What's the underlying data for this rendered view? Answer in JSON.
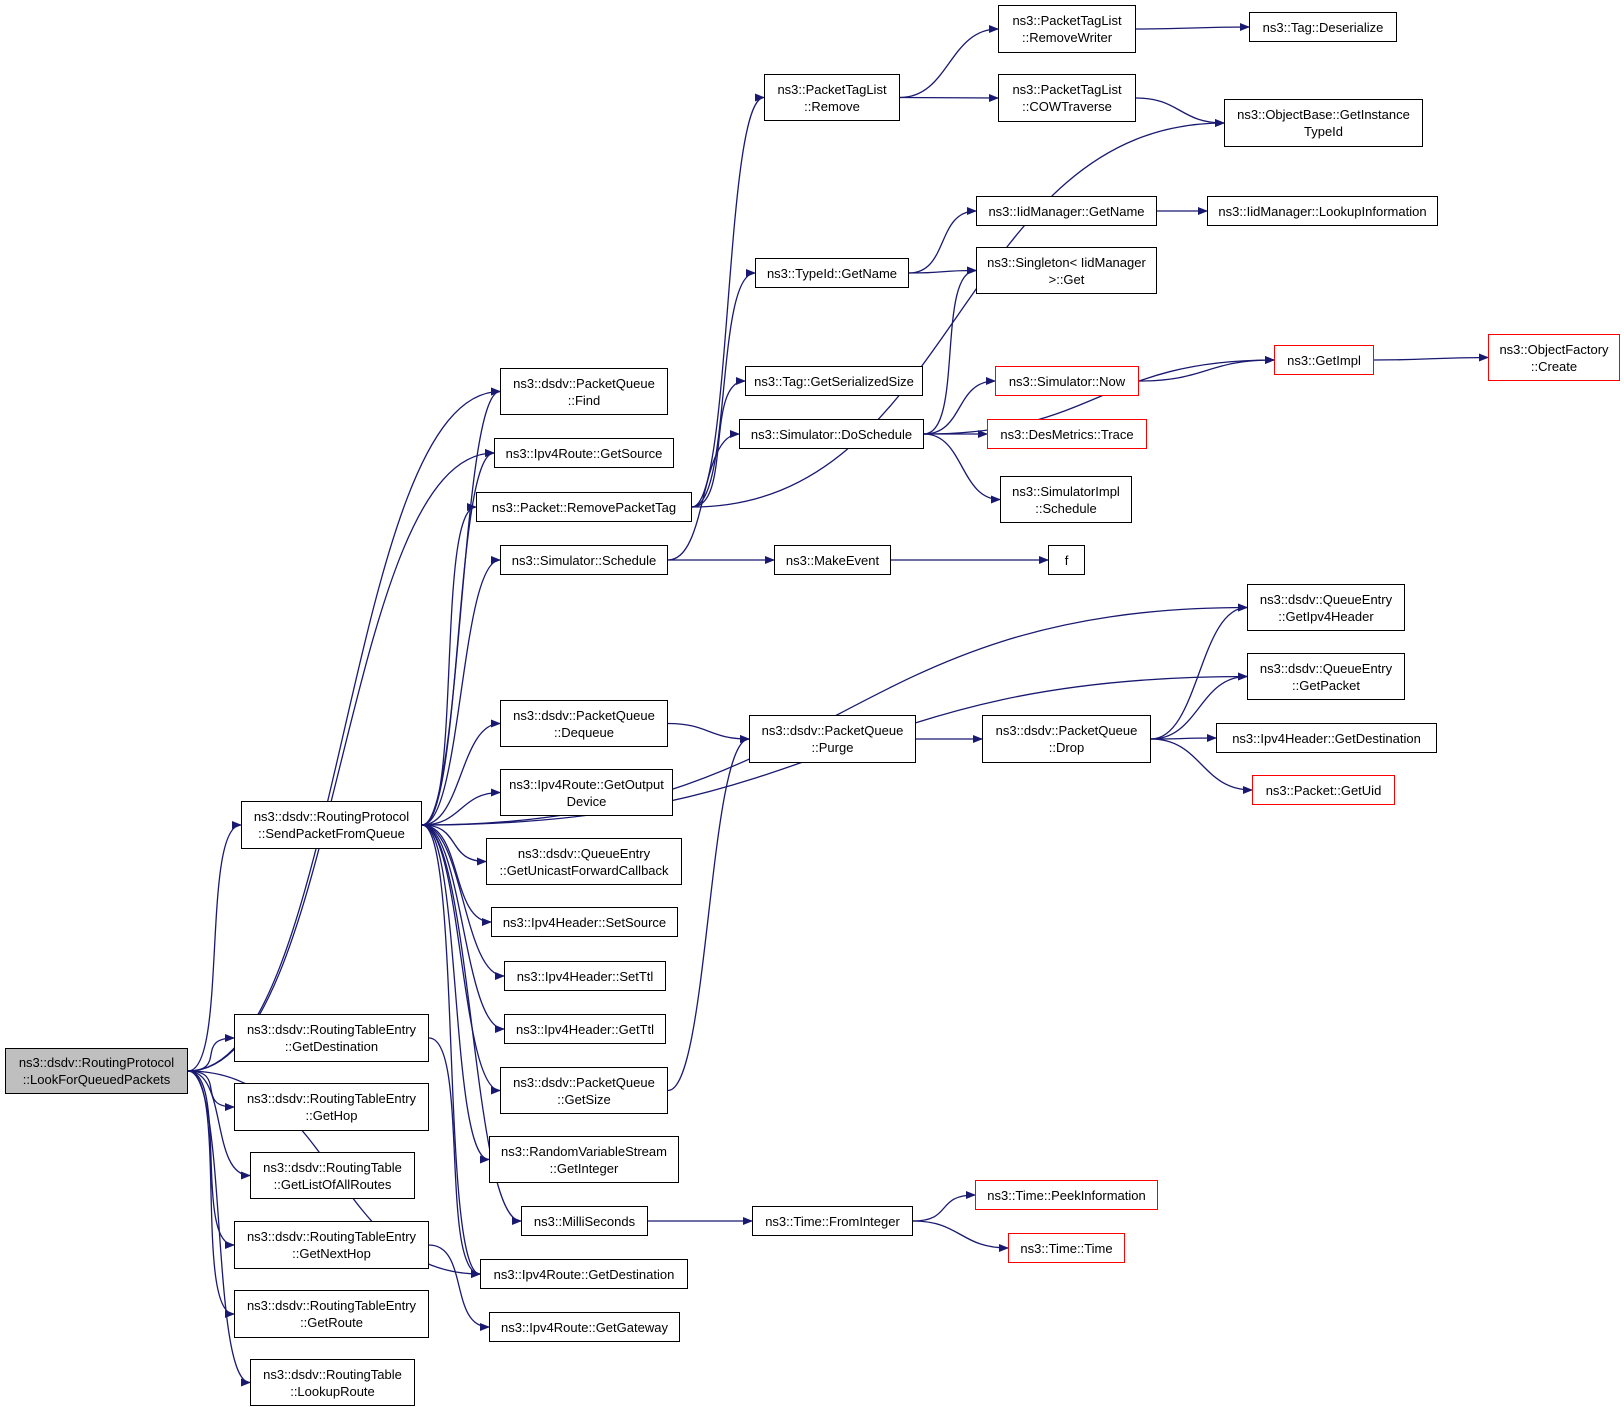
{
  "colors": {
    "edge": "#191970",
    "border": "#000000",
    "truncated_border": "#ff0000",
    "root_fill": "#bfbfbf"
  },
  "nodes": [
    {
      "id": "root",
      "lines": [
        "ns3::dsdv::RoutingProtocol",
        "::LookForQueuedPackets"
      ],
      "root": true
    },
    {
      "id": "sendpkt",
      "lines": [
        "ns3::dsdv::RoutingProtocol",
        "::SendPacketFromQueue"
      ]
    },
    {
      "id": "rte_getdest",
      "lines": [
        "ns3::dsdv::RoutingTableEntry",
        "::GetDestination"
      ]
    },
    {
      "id": "rte_gethop",
      "lines": [
        "ns3::dsdv::RoutingTableEntry",
        "::GetHop"
      ]
    },
    {
      "id": "rt_getlist",
      "lines": [
        "ns3::dsdv::RoutingTable",
        "::GetListOfAllRoutes"
      ]
    },
    {
      "id": "rte_getnexthop",
      "lines": [
        "ns3::dsdv::RoutingTableEntry",
        "::GetNextHop"
      ]
    },
    {
      "id": "rte_getroute",
      "lines": [
        "ns3::dsdv::RoutingTableEntry",
        "::GetRoute"
      ]
    },
    {
      "id": "rt_lookup",
      "lines": [
        "ns3::dsdv::RoutingTable",
        "::LookupRoute"
      ]
    },
    {
      "id": "pq_find",
      "lines": [
        "ns3::dsdv::PacketQueue",
        "::Find"
      ]
    },
    {
      "id": "ipv4r_getsource",
      "lines": [
        "ns3::Ipv4Route::GetSource"
      ]
    },
    {
      "id": "pkt_removetag",
      "lines": [
        "ns3::Packet::RemovePacketTag"
      ]
    },
    {
      "id": "sim_schedule",
      "lines": [
        "ns3::Simulator::Schedule"
      ]
    },
    {
      "id": "pq_dequeue",
      "lines": [
        "ns3::dsdv::PacketQueue",
        "::Dequeue"
      ]
    },
    {
      "id": "ipv4r_getoutput",
      "lines": [
        "ns3::Ipv4Route::GetOutput",
        "Device"
      ]
    },
    {
      "id": "qe_getucb",
      "lines": [
        "ns3::dsdv::QueueEntry",
        "::GetUnicastForwardCallback"
      ]
    },
    {
      "id": "ipv4h_setsource",
      "lines": [
        "ns3::Ipv4Header::SetSource"
      ]
    },
    {
      "id": "ipv4h_setttl",
      "lines": [
        "ns3::Ipv4Header::SetTtl"
      ]
    },
    {
      "id": "ipv4h_getttl",
      "lines": [
        "ns3::Ipv4Header::GetTtl"
      ]
    },
    {
      "id": "pq_getsize",
      "lines": [
        "ns3::dsdv::PacketQueue",
        "::GetSize"
      ]
    },
    {
      "id": "rvs_getint",
      "lines": [
        "ns3::RandomVariableStream",
        "::GetInteger"
      ]
    },
    {
      "id": "milliseconds",
      "lines": [
        "ns3::MilliSeconds"
      ]
    },
    {
      "id": "ipv4r_getdest",
      "lines": [
        "ns3::Ipv4Route::GetDestination"
      ]
    },
    {
      "id": "ipv4r_getgw",
      "lines": [
        "ns3::Ipv4Route::GetGateway"
      ]
    },
    {
      "id": "ptl_remove",
      "lines": [
        "ns3::PacketTagList",
        "::Remove"
      ]
    },
    {
      "id": "typeid_getname",
      "lines": [
        "ns3::TypeId::GetName"
      ]
    },
    {
      "id": "tag_getsersize",
      "lines": [
        "ns3::Tag::GetSerializedSize"
      ]
    },
    {
      "id": "sim_doschedule",
      "lines": [
        "ns3::Simulator::DoSchedule"
      ]
    },
    {
      "id": "makeevent",
      "lines": [
        "ns3::MakeEvent"
      ]
    },
    {
      "id": "pq_purge",
      "lines": [
        "ns3::dsdv::PacketQueue",
        "::Purge"
      ]
    },
    {
      "id": "time_fromint",
      "lines": [
        "ns3::Time::FromInteger"
      ]
    },
    {
      "id": "ptl_removewriter",
      "lines": [
        "ns3::PacketTagList",
        "::RemoveWriter"
      ]
    },
    {
      "id": "ptl_cowtraverse",
      "lines": [
        "ns3::PacketTagList",
        "::COWTraverse"
      ]
    },
    {
      "id": "iidm_getname",
      "lines": [
        "ns3::IidManager::GetName"
      ]
    },
    {
      "id": "singleton_get",
      "lines": [
        "ns3::Singleton< IidManager",
        ">::Get"
      ]
    },
    {
      "id": "sim_now",
      "lines": [
        "ns3::Simulator::Now"
      ],
      "red": true
    },
    {
      "id": "desmetrics_trace",
      "lines": [
        "ns3::DesMetrics::Trace"
      ],
      "red": true
    },
    {
      "id": "simimpl_schedule",
      "lines": [
        "ns3::SimulatorImpl",
        "::Schedule"
      ]
    },
    {
      "id": "f",
      "lines": [
        "f"
      ]
    },
    {
      "id": "pq_drop",
      "lines": [
        "ns3::dsdv::PacketQueue",
        "::Drop"
      ]
    },
    {
      "id": "time_peekinfo",
      "lines": [
        "ns3::Time::PeekInformation"
      ],
      "red": true
    },
    {
      "id": "time_time",
      "lines": [
        "ns3::Time::Time"
      ],
      "red": true
    },
    {
      "id": "tag_deserialize",
      "lines": [
        "ns3::Tag::Deserialize"
      ]
    },
    {
      "id": "objbase_getinst",
      "lines": [
        "ns3::ObjectBase::GetInstance",
        "TypeId"
      ]
    },
    {
      "id": "iidm_lookupinfo",
      "lines": [
        "ns3::IidManager::LookupInformation"
      ]
    },
    {
      "id": "getimpl",
      "lines": [
        "ns3::GetImpl"
      ],
      "red": true
    },
    {
      "id": "qe_getipv4h",
      "lines": [
        "ns3::dsdv::QueueEntry",
        "::GetIpv4Header"
      ]
    },
    {
      "id": "qe_getpacket",
      "lines": [
        "ns3::dsdv::QueueEntry",
        "::GetPacket"
      ]
    },
    {
      "id": "ipv4h_getdest",
      "lines": [
        "ns3::Ipv4Header::GetDestination"
      ]
    },
    {
      "id": "pkt_getuid",
      "lines": [
        "ns3::Packet::GetUid"
      ],
      "red": true
    },
    {
      "id": "objfactory_create",
      "lines": [
        "ns3::ObjectFactory",
        "::Create"
      ],
      "red": true
    }
  ],
  "edges": [
    [
      "root",
      "sendpkt"
    ],
    [
      "root",
      "rte_getdest"
    ],
    [
      "root",
      "rte_gethop"
    ],
    [
      "root",
      "rt_getlist"
    ],
    [
      "root",
      "rte_getnexthop"
    ],
    [
      "root",
      "rte_getroute"
    ],
    [
      "root",
      "rt_lookup"
    ],
    [
      "root",
      "pq_find"
    ],
    [
      "root",
      "ipv4r_getsource"
    ],
    [
      "root",
      "ipv4r_getdest"
    ],
    [
      "sendpkt",
      "pq_find"
    ],
    [
      "sendpkt",
      "ipv4r_getsource"
    ],
    [
      "sendpkt",
      "pkt_removetag"
    ],
    [
      "sendpkt",
      "sim_schedule"
    ],
    [
      "sendpkt",
      "pq_dequeue"
    ],
    [
      "sendpkt",
      "ipv4r_getoutput"
    ],
    [
      "sendpkt",
      "qe_getucb"
    ],
    [
      "sendpkt",
      "ipv4h_setsource"
    ],
    [
      "sendpkt",
      "ipv4h_setttl"
    ],
    [
      "sendpkt",
      "ipv4h_getttl"
    ],
    [
      "sendpkt",
      "pq_getsize"
    ],
    [
      "sendpkt",
      "rvs_getint"
    ],
    [
      "sendpkt",
      "milliseconds"
    ],
    [
      "sendpkt",
      "ipv4r_getdest"
    ],
    [
      "sendpkt",
      "qe_getipv4h"
    ],
    [
      "sendpkt",
      "qe_getpacket"
    ],
    [
      "rte_getdest",
      "ipv4r_getdest"
    ],
    [
      "rte_getnexthop",
      "ipv4r_getgw"
    ],
    [
      "pkt_removetag",
      "ptl_remove"
    ],
    [
      "pkt_removetag",
      "objbase_getinst"
    ],
    [
      "pkt_removetag",
      "typeid_getname"
    ],
    [
      "pkt_removetag",
      "tag_getsersize"
    ],
    [
      "sim_schedule",
      "sim_doschedule"
    ],
    [
      "sim_schedule",
      "makeevent"
    ],
    [
      "pq_dequeue",
      "pq_purge"
    ],
    [
      "pq_getsize",
      "pq_purge"
    ],
    [
      "milliseconds",
      "time_fromint"
    ],
    [
      "ptl_remove",
      "ptl_removewriter"
    ],
    [
      "ptl_remove",
      "ptl_cowtraverse"
    ],
    [
      "ptl_removewriter",
      "tag_deserialize"
    ],
    [
      "ptl_cowtraverse",
      "objbase_getinst"
    ],
    [
      "typeid_getname",
      "iidm_getname"
    ],
    [
      "typeid_getname",
      "singleton_get"
    ],
    [
      "iidm_getname",
      "iidm_lookupinfo"
    ],
    [
      "sim_doschedule",
      "singleton_get"
    ],
    [
      "sim_doschedule",
      "getimpl"
    ],
    [
      "sim_doschedule",
      "sim_now"
    ],
    [
      "sim_doschedule",
      "desmetrics_trace"
    ],
    [
      "sim_doschedule",
      "simimpl_schedule"
    ],
    [
      "sim_now",
      "getimpl"
    ],
    [
      "getimpl",
      "objfactory_create"
    ],
    [
      "makeevent",
      "f"
    ],
    [
      "pq_purge",
      "pq_drop"
    ],
    [
      "pq_drop",
      "qe_getipv4h"
    ],
    [
      "pq_drop",
      "qe_getpacket"
    ],
    [
      "pq_drop",
      "ipv4h_getdest"
    ],
    [
      "pq_drop",
      "pkt_getuid"
    ],
    [
      "time_fromint",
      "time_peekinfo"
    ],
    [
      "time_fromint",
      "time_time"
    ]
  ]
}
